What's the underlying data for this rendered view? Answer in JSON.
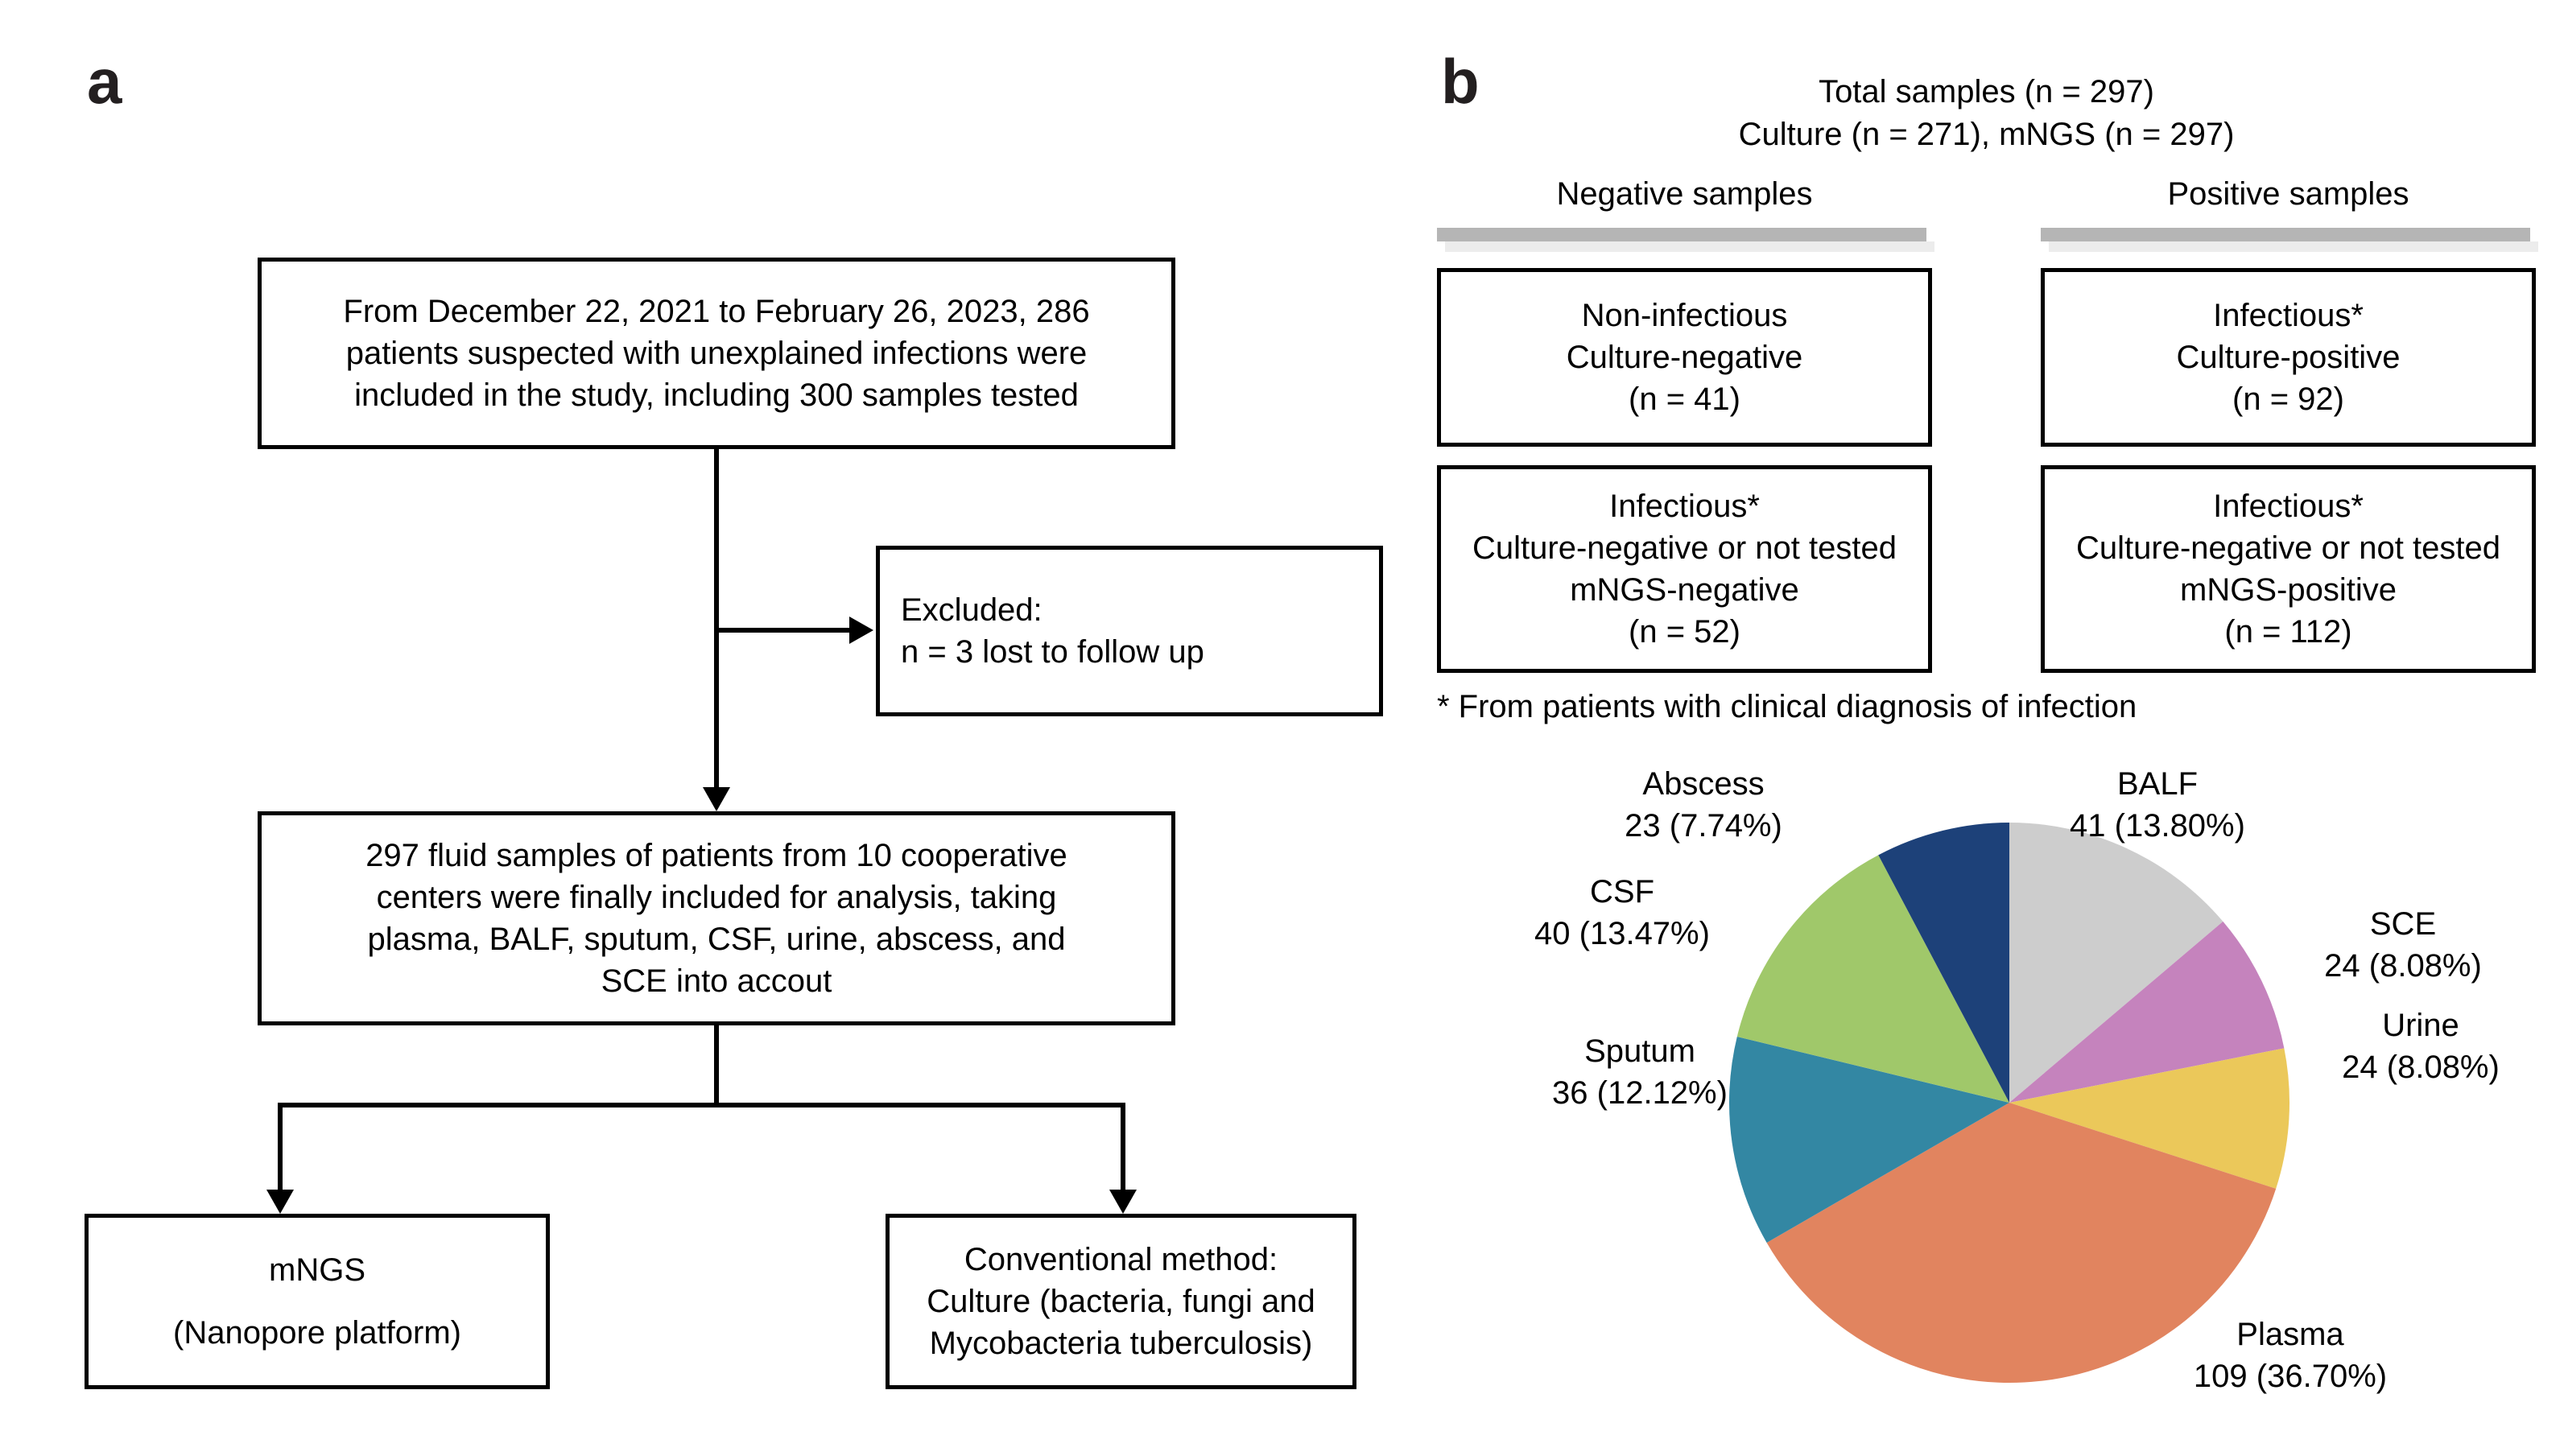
{
  "panels": {
    "a_letter": "a",
    "b_letter": "b"
  },
  "flowchart": {
    "box_enrollment": {
      "lines": [
        "From December 22, 2021 to February 26, 2023, 286",
        "patients suspected with unexplained infections were",
        "included in the study, including 300 samples tested"
      ]
    },
    "box_excluded": {
      "lines": [
        "Excluded:",
        "n = 3 lost to follow up"
      ]
    },
    "box_included": {
      "lines": [
        "297 fluid samples of patients from 10 cooperative",
        "centers were finally included for analysis, taking",
        "plasma, BALF, sputum, CSF, urine, abscess, and",
        "SCE into accout"
      ]
    },
    "box_mngs": {
      "lines": [
        "mNGS",
        "(Nanopore platform)"
      ]
    },
    "box_conventional": {
      "lines": [
        "Conventional method:",
        "Culture (bacteria, fungi and",
        "Mycobacteria tuberculosis)"
      ]
    }
  },
  "sample_breakdown": {
    "title_line1": "Total  samples  (n = 297)",
    "title_line2": "Culture (n = 271), mNGS (n = 297)",
    "col_negative_header": "Negative samples",
    "col_positive_header": "Positive samples",
    "box_noninfectious": {
      "lines": [
        "Non-infectious",
        "Culture-negative",
        "(n = 41)"
      ]
    },
    "box_infectious_culture_pos": {
      "lines": [
        "Infectious*",
        "Culture-positive",
        "(n = 92)"
      ]
    },
    "box_infectious_mngs_neg": {
      "lines": [
        "Infectious*",
        "Culture-negative or not tested",
        "mNGS-negative",
        "(n = 52)"
      ]
    },
    "box_infectious_mngs_pos": {
      "lines": [
        "Infectious*",
        "Culture-negative or not tested",
        "mNGS-positive",
        "(n = 112)"
      ]
    },
    "footnote": "* From patients with clinical diagnosis of infection"
  },
  "chart_data": {
    "type": "pie",
    "title": "",
    "total": 297,
    "legend": "outside-labels",
    "start_angle_deg": 0,
    "direction": "clockwise",
    "categories": [
      "BALF",
      "SCE",
      "Urine",
      "Plasma",
      "Sputum",
      "CSF",
      "Abscess"
    ],
    "values": [
      41,
      24,
      24,
      109,
      36,
      40,
      23
    ],
    "percents": [
      13.8,
      8.08,
      8.08,
      36.7,
      12.12,
      13.47,
      7.74
    ],
    "colors": [
      "#cdcdcd",
      "#c583bd",
      "#ebc85a",
      "#e1845f",
      "#3387a3",
      "#a0c86a",
      "#1d4179"
    ],
    "labels": [
      {
        "name": "BALF",
        "line1": "BALF",
        "line2": "41 (13.80%)"
      },
      {
        "name": "SCE",
        "line1": "SCE",
        "line2": "24 (8.08%)"
      },
      {
        "name": "Urine",
        "line1": "Urine",
        "line2": "24 (8.08%)"
      },
      {
        "name": "Plasma",
        "line1": "Plasma",
        "line2": "109 (36.70%)"
      },
      {
        "name": "Sputum",
        "line1": "Sputum",
        "line2": "36 (12.12%)"
      },
      {
        "name": "CSF",
        "line1": "CSF",
        "line2": "40 (13.47%)"
      },
      {
        "name": "Abscess",
        "line1": "Abscess",
        "line2": "23 (7.74%)"
      }
    ]
  }
}
